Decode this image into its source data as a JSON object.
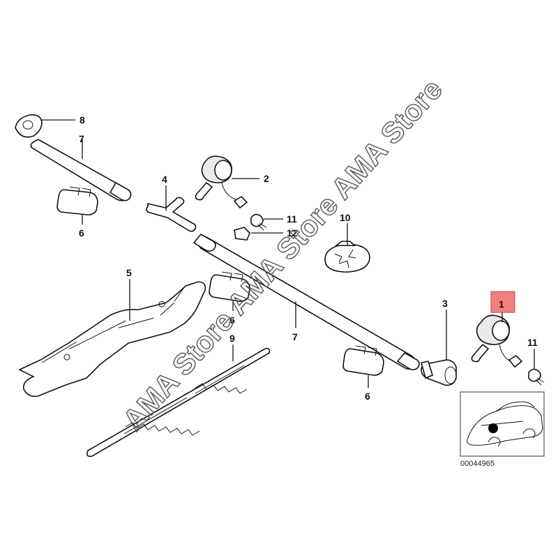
{
  "callouts": [
    {
      "id": "8",
      "label": "8"
    },
    {
      "id": "7a",
      "label": "7"
    },
    {
      "id": "6a",
      "label": "6"
    },
    {
      "id": "4",
      "label": "4"
    },
    {
      "id": "2",
      "label": "2"
    },
    {
      "id": "11a",
      "label": "11"
    },
    {
      "id": "12",
      "label": "12"
    },
    {
      "id": "10",
      "label": "10"
    },
    {
      "id": "5",
      "label": "5"
    },
    {
      "id": "6b",
      "label": "6"
    },
    {
      "id": "9",
      "label": "9"
    },
    {
      "id": "7b",
      "label": "7"
    },
    {
      "id": "3",
      "label": "3"
    },
    {
      "id": "1",
      "label": "1"
    },
    {
      "id": "11b",
      "label": "11"
    },
    {
      "id": "6c",
      "label": "6"
    }
  ],
  "highlight": {
    "label": "1",
    "color": "#f08080"
  },
  "watermark": "AMA Store AMA Store AMA Store",
  "catalog_number": "00044965",
  "inset_icon": "car-location-icon"
}
